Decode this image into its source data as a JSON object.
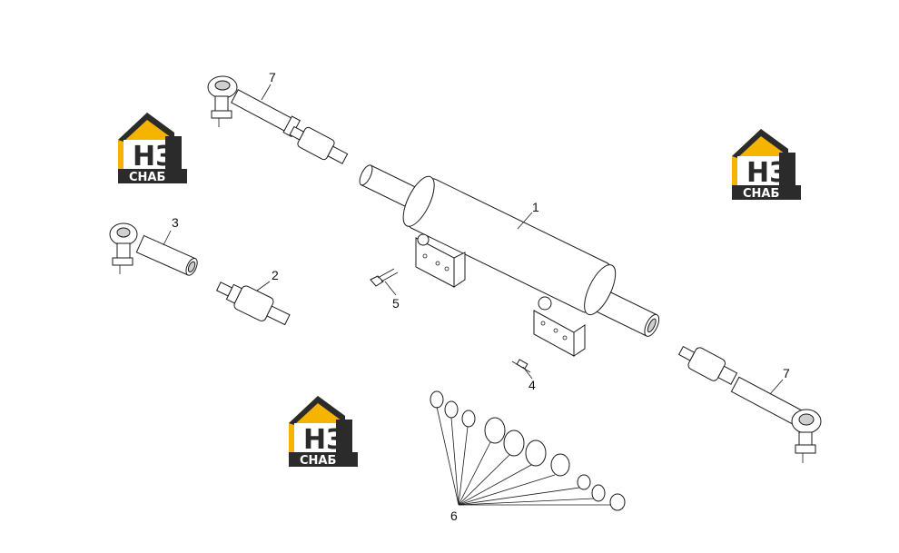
{
  "callouts": [
    {
      "id": "callout-1",
      "label": "1"
    },
    {
      "id": "callout-2",
      "label": "2"
    },
    {
      "id": "callout-3",
      "label": "3"
    },
    {
      "id": "callout-4",
      "label": "4"
    },
    {
      "id": "callout-5",
      "label": "5"
    },
    {
      "id": "callout-6",
      "label": "6"
    },
    {
      "id": "callout-7a",
      "label": "7"
    },
    {
      "id": "callout-7b",
      "label": "7"
    }
  ],
  "watermark": {
    "letters": "НЗ",
    "caption": "СНАБ",
    "colors": {
      "yellow": "#f5b400",
      "dark": "#2b2b2b",
      "white": "#ffffff"
    }
  }
}
